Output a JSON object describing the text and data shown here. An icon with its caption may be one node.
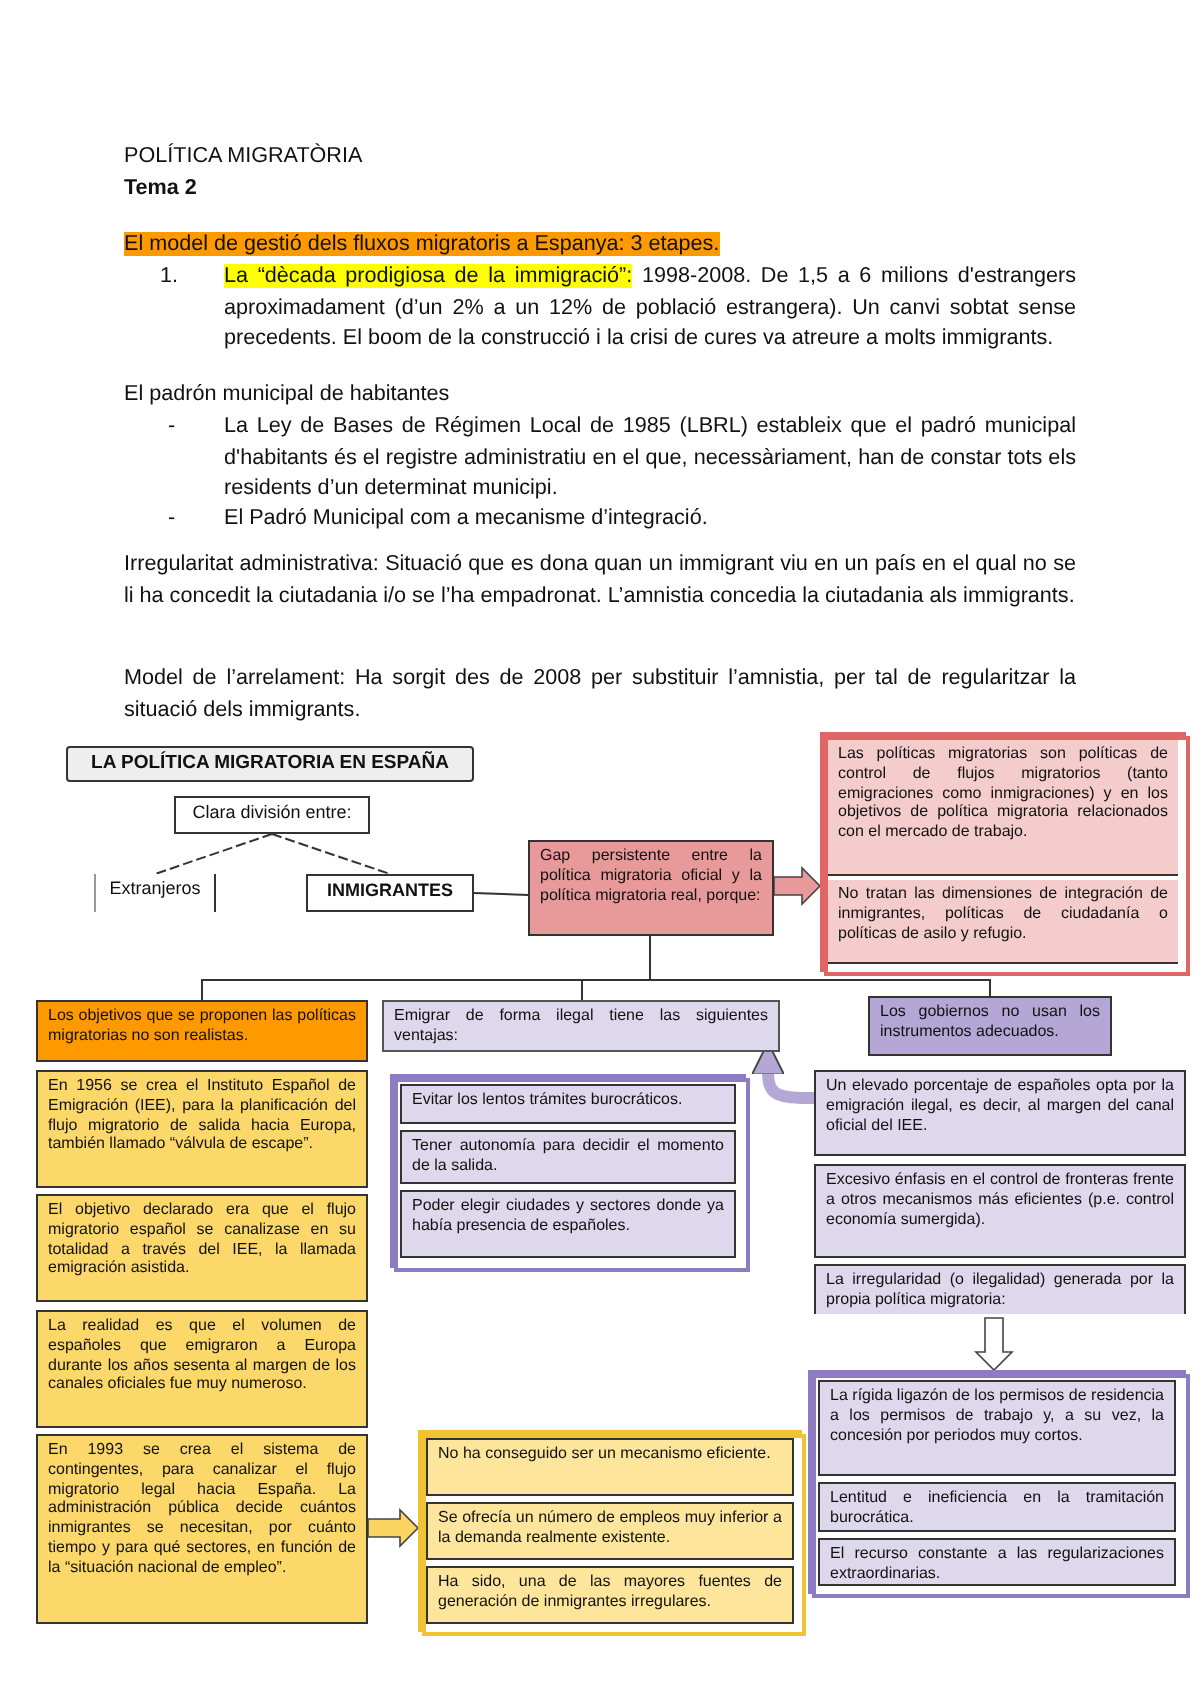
{
  "diagram": {
    "nodes": [
      {
        "text": [
          "LA POLÍTICA MIGRATORIA EN ESPAÑA"
        ]
      },
      {
        "text": [
          "Clara división entre:"
        ]
      },
      {
        "text": [
          "Extranjeros"
        ]
      },
      {
        "text": [
          "INMIGRANTES"
        ]
      },
      {
        "text": [
          "Gap persistente entre la política migratoria oficial y la política migratoria real, porque:"
        ]
      },
      {
        "text": [],
        "shape": "box"
      },
      {
        "text": [
          "Las políticas migratorias son políticas de control de flujos migratorios (tanto emigraciones como inmigraciones) y en los objetivos de política migratoria relacionados con el mercado de trabajo."
        ],
        "in": 5
      },
      {
        "text": [
          "No tratan las dimensiones de integración de inmigrantes, políticas de ciudadanía o políticas de asilo y refugio."
        ],
        "in": 5
      },
      {
        "text": [
          "Los objetivos que se proponen las políticas migratorias no son realistas."
        ]
      },
      {
        "text": [
          "Emigrar de forma ilegal tiene las siguientes ventajas:"
        ]
      },
      {
        "text": [
          "Los gobiernos no usan los instrumentos adecuados."
        ]
      },
      {
        "text": [
          "En 1956 se crea el Instituto Español de Emigración (IEE), para la planificación del flujo migratorio de salida hacia Europa, también llamado “válvula de escape”."
        ]
      },
      {
        "text": [
          "El objetivo declarado era que el flujo migratorio español se canalizase en su totalidad a través del IEE, la llamada emigración asistida."
        ]
      },
      {
        "text": [
          "La realidad es que el volumen de españoles que emigraron a Europa durante los años sesenta al margen de los canales oficiales fue muy numeroso."
        ]
      },
      {
        "text": [
          "En 1993 se crea el sistema de contingentes, para canalizar el flujo migratorio legal hacia España. La administración pública decide cuántos inmigrantes se necesitan, por cuánto tiempo y para qué sectores, en función de la “situación nacional de empleo”."
        ]
      },
      {
        "text": [],
        "shape": "box"
      },
      {
        "text": [
          "Evitar los lentos trámites burocráticos."
        ],
        "in": 15
      },
      {
        "text": [
          "Tener autonomía para decidir el momento de la salida."
        ],
        "in": 15
      },
      {
        "text": [
          "Poder elegir ciudades y sectores donde ya había presencia de españoles."
        ],
        "in": 15
      },
      {
        "text": [
          "Un elevado porcentaje de españoles opta por la emigración ilegal, es decir, al margen del canal oficial del IEE."
        ]
      },
      {
        "text": [
          "Excesivo énfasis en el control de fronteras frente a otros mecanismos más eficientes (p.e. control economía sumergida)."
        ]
      },
      {
        "text": [
          "La irregularidad (o ilegalidad) generada por la propia política migratoria:"
        ]
      },
      {
        "text": [],
        "shape": "box"
      },
      {
        "text": [
          "No ha conseguido ser un mecanismo eficiente."
        ],
        "in": 22
      },
      {
        "text": [
          "Se ofrecía un número de empleos muy inferior a la demanda realmente existente."
        ],
        "in": 22
      },
      {
        "text": [
          "Ha sido, una de las mayores fuentes de generación de inmigrantes irregulares."
        ],
        "in": 22
      },
      {
        "text": [],
        "shape": "box"
      },
      {
        "text": [
          "La rígida ligazón de los permisos de residencia a los permisos de trabajo y, a su vez, la concesión por periodos muy cortos."
        ],
        "in": 26
      },
      {
        "text": [
          "Lentitud e ineficiencia en la tramitación burocrática."
        ],
        "in": 26
      },
      {
        "text": [
          "El recurso constante a las regularizaciones extraordinarias."
        ],
        "in": 26
      }
    ],
    "edges": [
      {
        "from": 1,
        "to": 2,
        "arrow": "none",
        "style": "dashed"
      },
      {
        "from": 1,
        "to": 3,
        "arrow": "none",
        "style": "dashed"
      },
      {
        "from": 3,
        "to": 4,
        "arrow": "none"
      },
      {
        "from": 4,
        "to": 5,
        "arrow": "to",
        "style": "thick",
        "color": "#e89a9a"
      },
      {
        "from": 4,
        "to": 8,
        "arrow": "none"
      },
      {
        "from": 4,
        "to": 9,
        "arrow": "none"
      },
      {
        "from": 4,
        "to": 10,
        "arrow": "none"
      },
      {
        "from": 19,
        "to": 9,
        "arrow": "to",
        "style": "thick",
        "color": "#b4a7d6"
      },
      {
        "from": 14,
        "to": 22,
        "arrow": "to",
        "style": "thick",
        "color": "#fcd462"
      },
      {
        "from": 21,
        "to": 26,
        "arrow": "to",
        "style": "thick",
        "color": "#ffffff"
      }
    ],
    "labels": [
      "POLÍTICA MIGRATÒRIA",
      "Tema 2",
      "El model de gestió dels fluxos migratoris a Espanya: 3 etapes.",
      "1.",
      "La “dècada prodigiosa de la immigració”:",
      "1998-2008. De 1,5 a 6 milions d'estrangers aproximadament (d’un 2% a un 12% de població estrangera). Un canvi sobtat sense precedents. El boom de la construcció i la crisi de cures va atreure a molts immigrants.",
      "El padrón municipal de habitantes",
      "-",
      "La Ley de Bases de Régimen Local de 1985 (LBRL) estableix que el padró municipal d'habitants és el registre administratiu en el que, necessàriament, han de constar tots els residents d’un determinat municipi.",
      "-",
      "El Padró Municipal com a mecanisme d’integració.",
      "Irregularitat administrativa: Situació que es dona quan un immigrant viu en un país en el qual no se li ha concedit la ciutadania i/o se l’ha empadronat. L’amnistia concedia la ciutadania als immigrants.",
      "Model de l’arrelament: Ha sorgit des de 2008 per substituir l’amnistia, per tal de regularitzar la situació dels immigrants."
    ]
  }
}
